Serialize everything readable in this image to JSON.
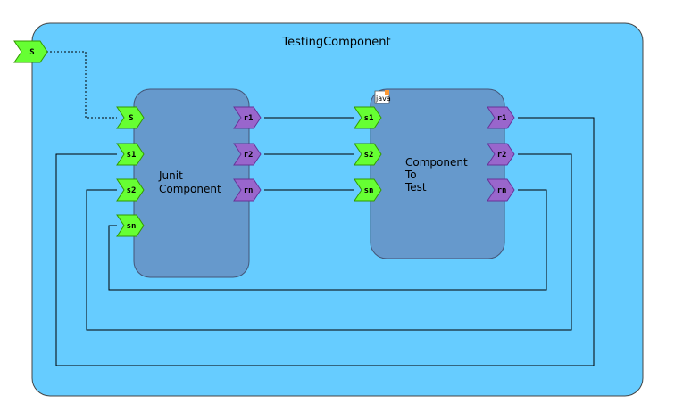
{
  "container": {
    "title": "TestingComponent",
    "fill": "#66ccff",
    "stroke": "#444444"
  },
  "outer_port": {
    "label": "S",
    "color": "#66ff33"
  },
  "components": [
    {
      "id": "junit",
      "label_lines": [
        "Junit",
        "Component"
      ],
      "fill": "#6699cc",
      "left_ports": [
        "S",
        "s1",
        "s2",
        "sn"
      ],
      "right_ports": [
        "r1",
        "r2",
        "rn"
      ]
    },
    {
      "id": "under-test",
      "label_lines": [
        "Component",
        "To",
        "Test"
      ],
      "fill": "#6699cc",
      "badge": "java",
      "left_ports": [
        "s1",
        "s2",
        "sn"
      ],
      "right_ports": [
        "r1",
        "r2",
        "rn"
      ]
    }
  ],
  "colors": {
    "provided_port": "#66ff33",
    "required_port": "#9966cc",
    "wire": "#000000"
  }
}
